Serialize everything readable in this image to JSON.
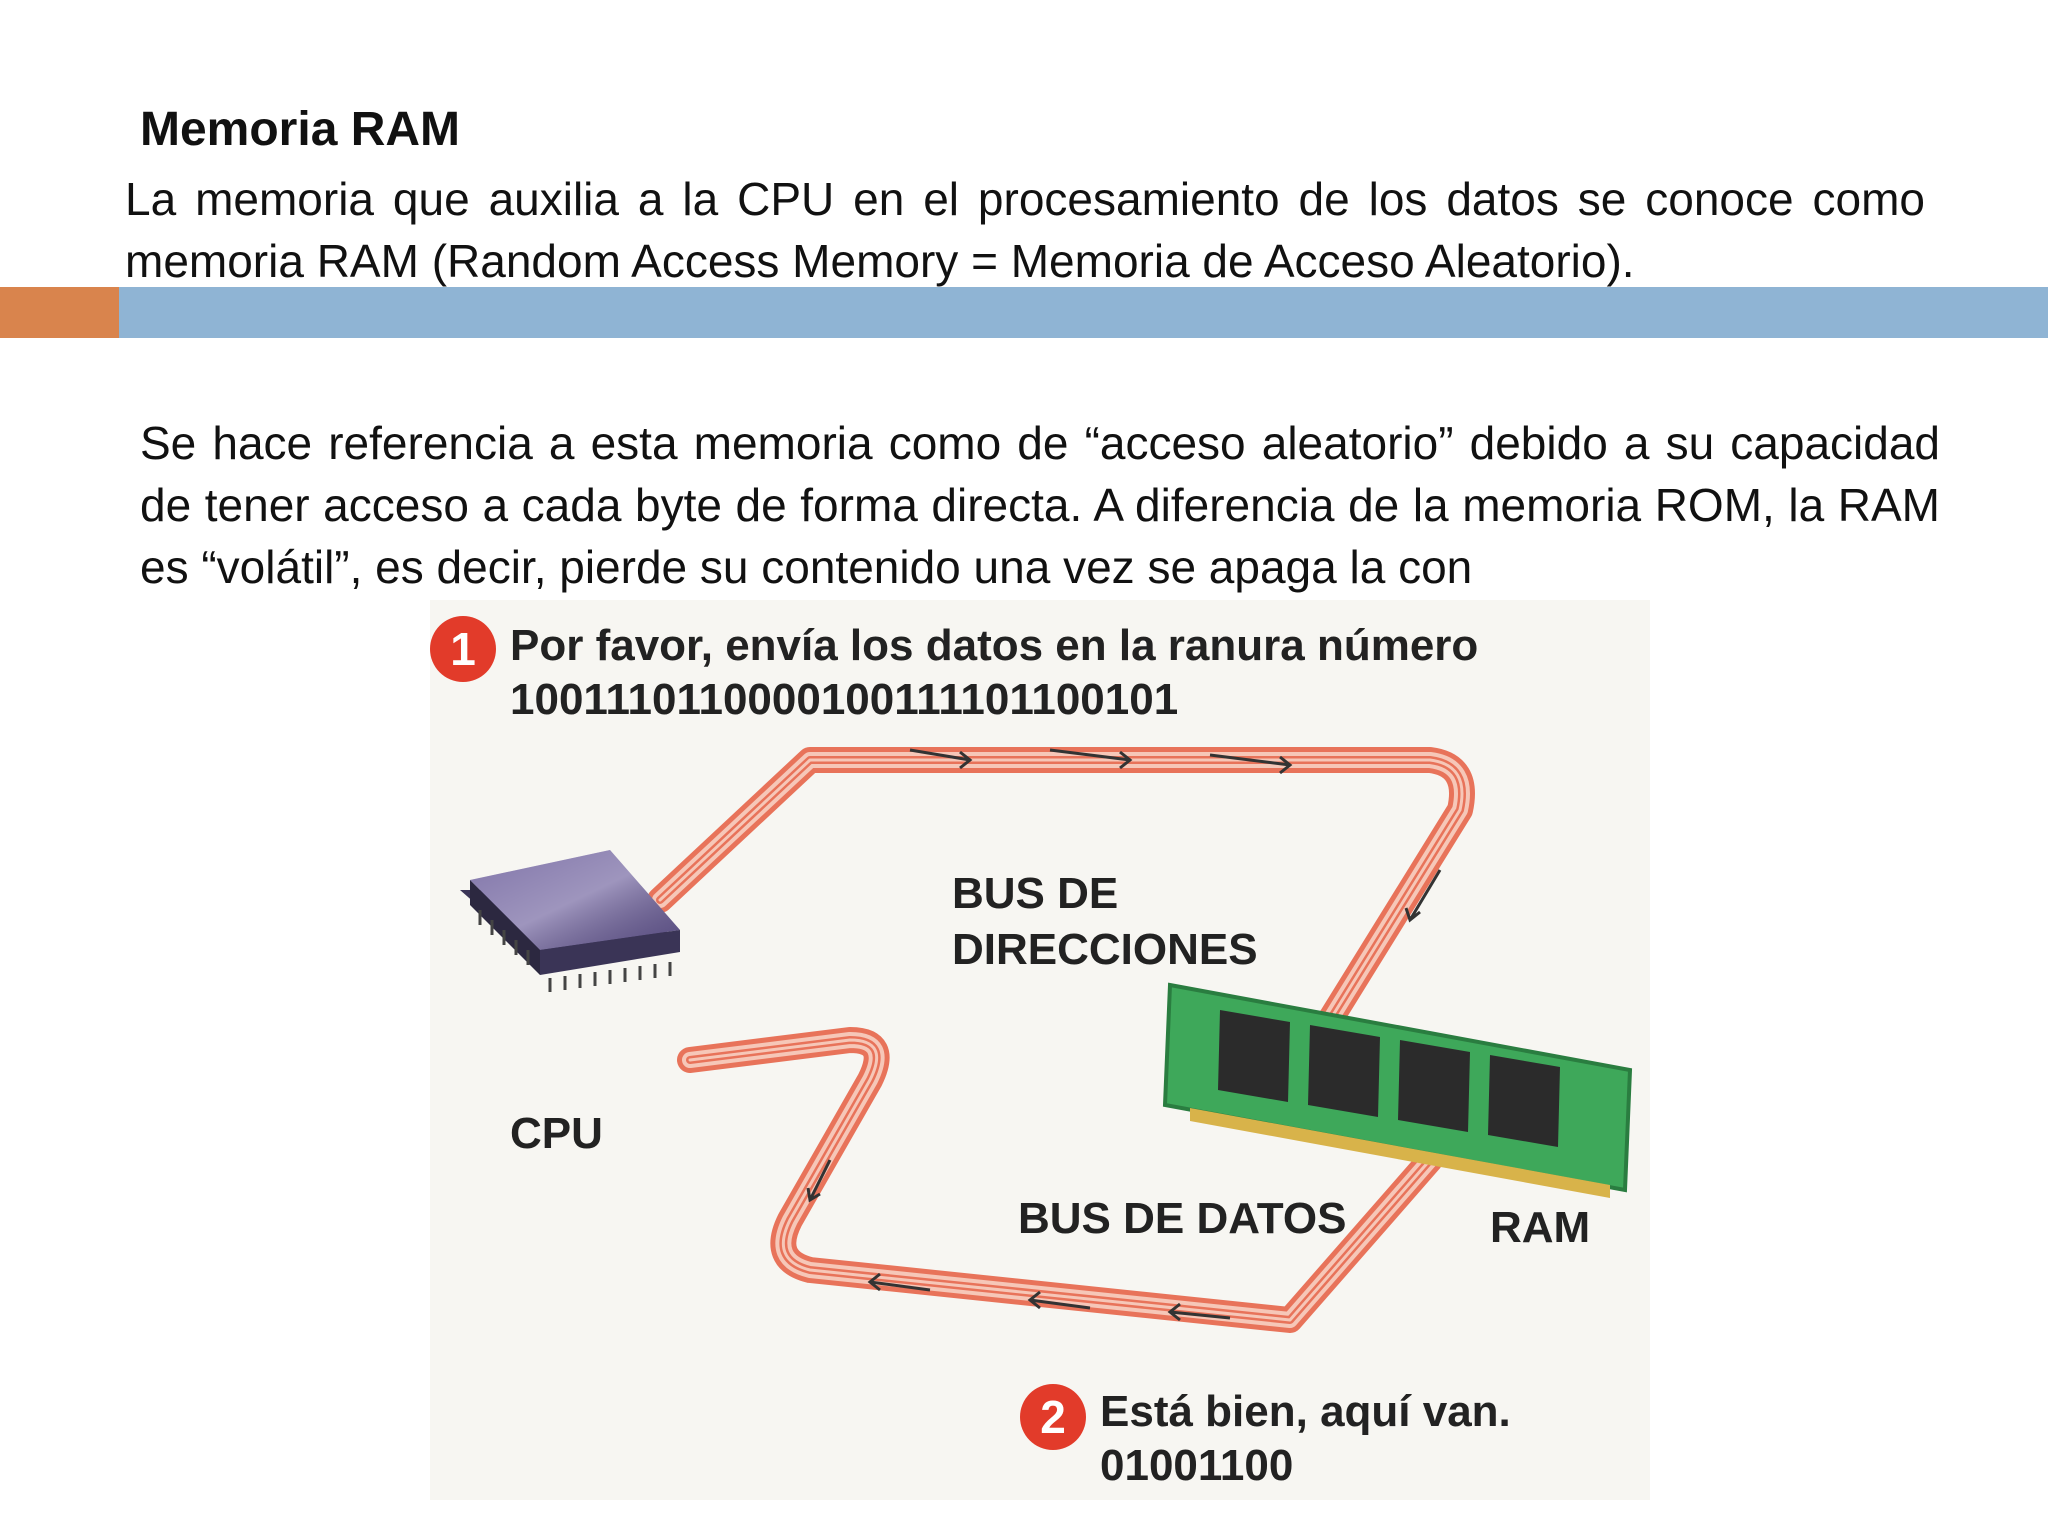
{
  "slide": {
    "title": "Memoria RAM",
    "paragraph_1": "La memoria que auxilia a la CPU en el procesamiento de los datos se conoce como memoria RAM (Random Access Memory = Memoria de Acceso Aleatorio).",
    "paragraph_2": "Se hace referencia a esta memoria como de “acceso aleatorio” debido a su capacidad de tener acceso a cada byte de forma directa. A diferencia de la memoria ROM, la RAM es “volátil”, es decir, pierde su contenido una vez se apaga la con"
  },
  "figure": {
    "step_1": {
      "number": "1",
      "text": "Por favor, envía los datos en la ranura número",
      "binary": "1001110110000100111101100101"
    },
    "step_2": {
      "number": "2",
      "text": "Está bien, aquí van.",
      "binary": "01001100"
    },
    "labels": {
      "address_bus_line1": "BUS DE",
      "address_bus_line2": "DIRECCIONES",
      "data_bus": "BUS DE DATOS",
      "cpu": "CPU",
      "ram": "RAM"
    },
    "colors": {
      "badge": "#e23b2a",
      "bus": "#e8735a",
      "cpu_chip": "#6a5c9a",
      "ram_board": "#3ea85a",
      "accent_orange": "#d9844d",
      "accent_blue": "#8fb4d4"
    }
  }
}
